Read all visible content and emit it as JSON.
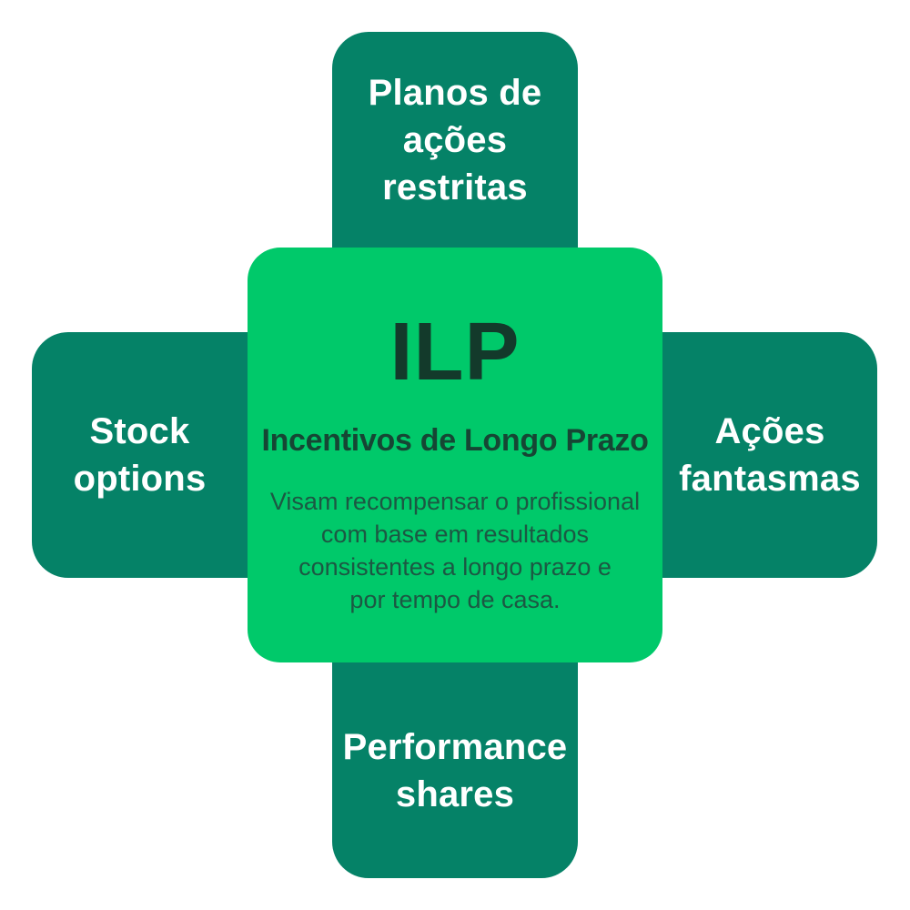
{
  "diagram": {
    "center": {
      "title": "ILP",
      "subtitle": "Incentivos de Longo Prazo",
      "description": "Visam recompensar o profissional\ncom base em resultados\nconsistentes a longo prazo e\npor tempo de casa."
    },
    "arms": {
      "top": {
        "label": "Planos de\nações\nrestritas"
      },
      "left": {
        "label": "Stock\noptions"
      },
      "right": {
        "label": "Ações\nfantasmas"
      },
      "bottom": {
        "label": "Performance\nshares"
      }
    },
    "colors": {
      "background": "#FFFFFF",
      "center_card": "#00C96A",
      "arm_card": "#058267",
      "center_title_text": "#133A2B",
      "center_subtitle_text": "#164634",
      "center_description_text": "#1C5843",
      "arm_label_text": "#FFFFFF"
    }
  }
}
